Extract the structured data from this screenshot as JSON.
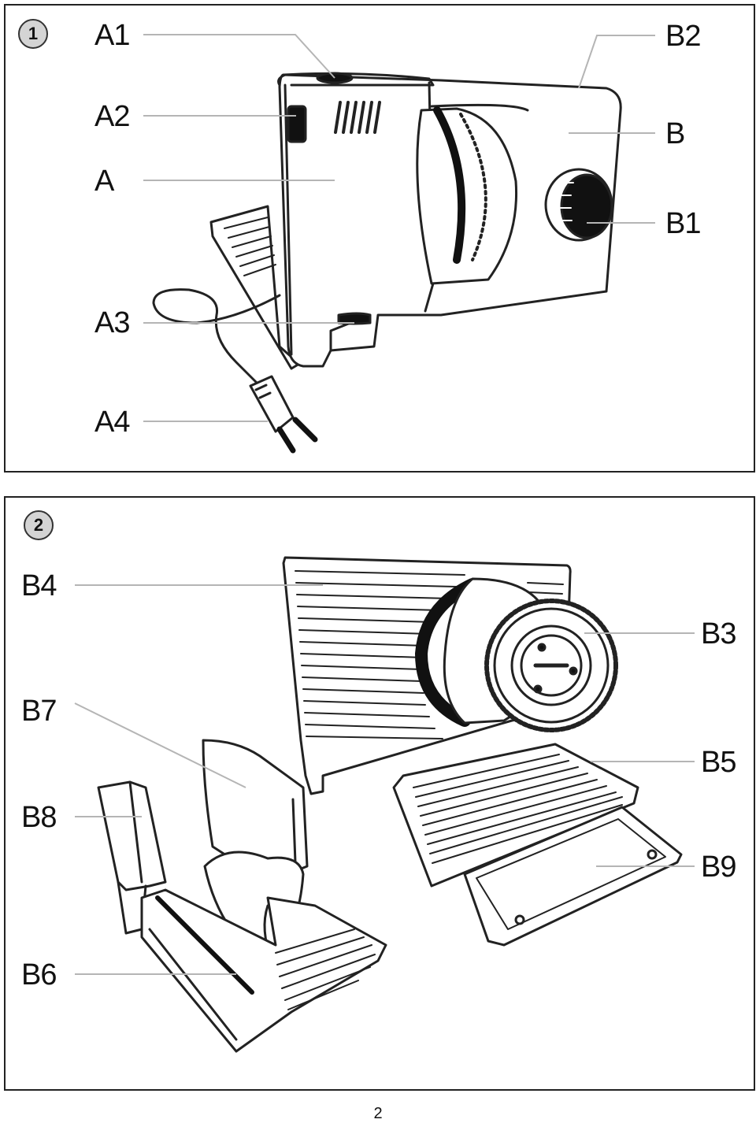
{
  "figure1": {
    "badge": "1",
    "labels": {
      "A1": "A1",
      "A2": "A2",
      "A": "A",
      "A3": "A3",
      "A4": "A4",
      "B2": "B2",
      "B": "B",
      "B1": "B1"
    }
  },
  "figure2": {
    "badge": "2",
    "labels": {
      "B4": "B4",
      "B7": "B7",
      "B8": "B8",
      "B6": "B6",
      "B3": "B3",
      "B5": "B5",
      "B9": "B9"
    }
  },
  "page_number": "2",
  "colors": {
    "line": "#222222",
    "leader": "#b5b5b5",
    "badge": "#d4d4d4"
  }
}
